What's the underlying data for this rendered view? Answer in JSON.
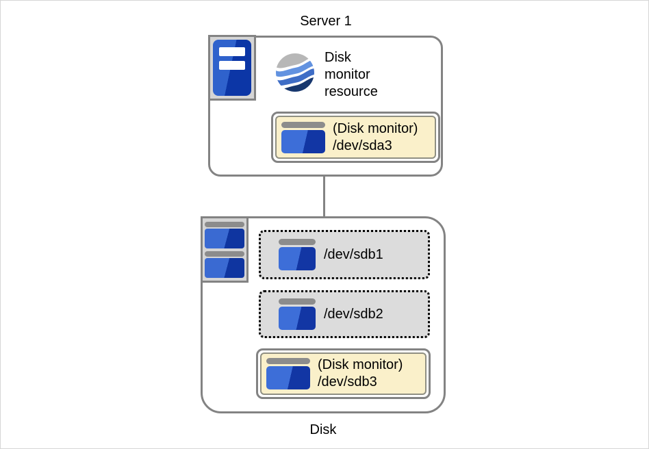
{
  "server": {
    "title": "Server 1",
    "monitor_resource_label": "Disk\nmonitor\nresource",
    "monitored_partition_label": "(Disk monitor)\n/dev/sda3"
  },
  "disk": {
    "title": "Disk",
    "partitions": [
      {
        "label": "/dev/sdb1",
        "monitored": false
      },
      {
        "label": "/dev/sdb2",
        "monitored": false
      },
      {
        "label": "(Disk monitor)\n/dev/sdb3",
        "monitored": true
      }
    ]
  },
  "colors": {
    "border_gray": "#838383",
    "icon_frame_fill": "#d5d5d5",
    "plain_partition_fill": "#dcdcdc",
    "monitored_partition_fill": "#faf0ca",
    "disk_blue_light": "#3d6ed8",
    "disk_blue_dark": "#1236a4",
    "disk_bar_gray": "#8c8c8c",
    "globe_gray": "#b7b7b7",
    "globe_blue_light": "#6292e0",
    "globe_blue_mid": "#3e6dc6",
    "globe_blue_dark": "#17376e"
  }
}
